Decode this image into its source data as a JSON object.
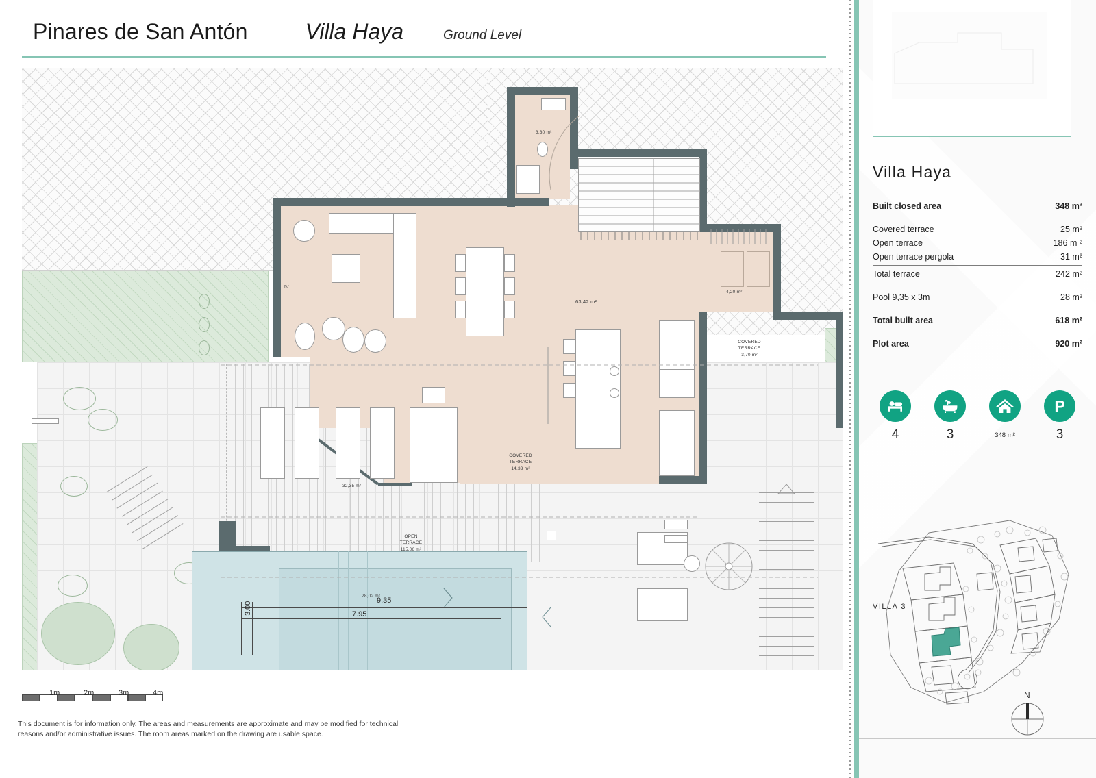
{
  "header": {
    "development": "Pinares de San Antón",
    "villa": "Villa Haya",
    "level": "Ground Level"
  },
  "panel": {
    "title": "Villa  Haya",
    "specs": [
      {
        "label": "Built closed area",
        "value": "348 m²",
        "bold": true,
        "gap": false,
        "ruled": false
      },
      {
        "label": "Covered terrace",
        "value": "25 m²",
        "bold": false,
        "gap": true,
        "ruled": false
      },
      {
        "label": "Open terrace",
        "value": "186 m ²",
        "bold": false,
        "gap": false,
        "ruled": false
      },
      {
        "label": "Open terrace pergola",
        "value": "31 m²",
        "bold": false,
        "gap": false,
        "ruled": false
      },
      {
        "label": "Total terrace",
        "value": "242 m²",
        "bold": false,
        "gap": false,
        "ruled": true
      },
      {
        "label": "Pool 9,35 x 3m",
        "value": "28 m²",
        "bold": false,
        "gap": true,
        "ruled": false
      },
      {
        "label": "Total built area",
        "value": "618 m²",
        "bold": true,
        "gap": true,
        "ruled": false
      },
      {
        "label": "Plot area",
        "value": "920 m²",
        "bold": true,
        "gap": true,
        "ruled": false
      }
    ],
    "amenities": [
      {
        "icon": "bed-icon",
        "value": "4"
      },
      {
        "icon": "bathtub-icon",
        "value": "3"
      },
      {
        "icon": "house-icon",
        "value": "348 m²"
      },
      {
        "icon": "parking-icon",
        "value": "3"
      }
    ],
    "siteplan": {
      "label": "VILLA 3",
      "highlight_color": "#4aa795"
    },
    "compass": {
      "north": "N"
    }
  },
  "plan": {
    "scale_labels": [
      "1m",
      "2m",
      "3m",
      "4m"
    ],
    "areas": [
      {
        "name": "wc-area",
        "text": "3,30 m²"
      },
      {
        "name": "living-area",
        "text": "63,42 m²"
      },
      {
        "name": "closet-area",
        "text": "4,20 m²"
      },
      {
        "name": "pergola-terrace-area",
        "text": "32,35 m²"
      },
      {
        "name": "pool-area",
        "text": "28,02 m²"
      }
    ],
    "labels": [
      {
        "name": "covered-terrace-small",
        "line1": "COVERED",
        "line2": "TERRACE",
        "line3": "3,70 m²"
      },
      {
        "name": "covered-terrace-large",
        "line1": "COVERED",
        "line2": "TERRACE",
        "line3": "14,33 m²"
      },
      {
        "name": "open-terrace",
        "line1": "OPEN",
        "line2": "TERRACE",
        "line3": "115,06 m²"
      }
    ],
    "tv_label": "TV",
    "dimensions": {
      "pool_length_outer": "9.35",
      "pool_length_inner": "7.95",
      "pool_width": "3.00"
    }
  },
  "footer": {
    "line1": "This document is for information only. The areas and measurements are approximate and may be modified for technical",
    "line2": "reasons and/or administrative issues. The room areas marked on the drawing are usable space."
  },
  "colors": {
    "accent_teal": "#86c5b4",
    "icon_teal": "#11a383",
    "room_fill": "#eeddd0",
    "wall": "#5b6b6e",
    "pool": "#cfe3e6",
    "garden": "#dceadb"
  }
}
